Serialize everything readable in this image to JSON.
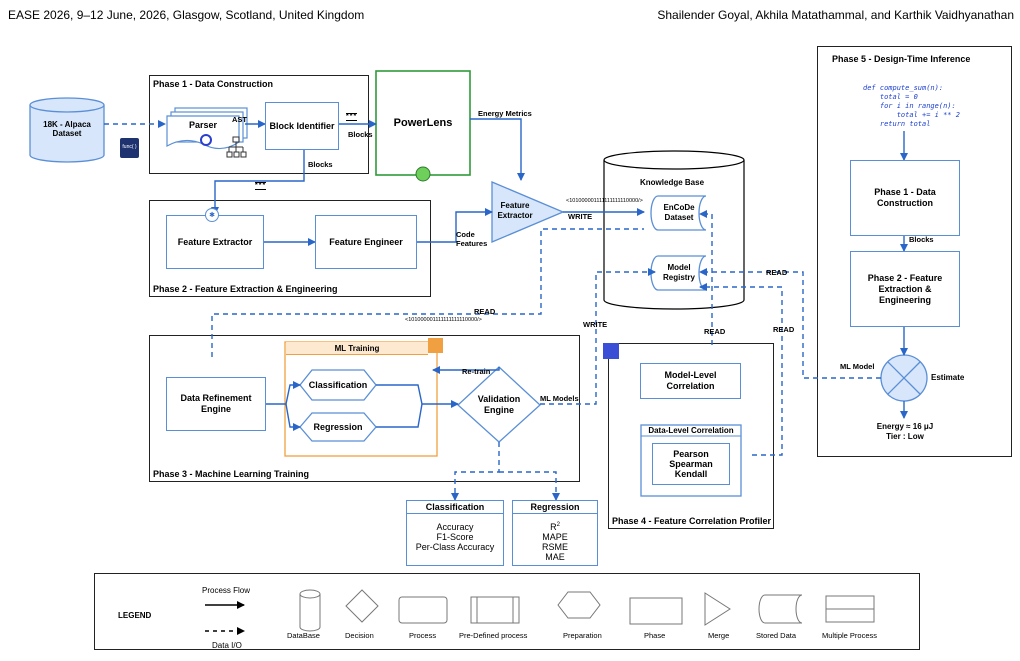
{
  "header": {
    "left": "EASE 2026, 9–12 June, 2026, Glasgow, Scotland, United Kingdom",
    "right": "Shailender Goyal, Akhila Matathammal, and Karthik Vaidhyanathan"
  },
  "phases": {
    "p1": "Phase 1 - Data Construction",
    "p2": "Phase 2 - Feature Extraction & Engineering",
    "p3": "Phase 3 - Machine Learning Training",
    "p4": "Phase 4 - Feature Correlation Profiler",
    "p5": "Phase 5 - Design-Time Inference"
  },
  "nodes": {
    "dataset": "18K - Alpaca Dataset",
    "parser": "Parser",
    "block_identifier": "Block Identifier",
    "powerlens": "PowerLens",
    "feature_extractor_p2": "Feature Extractor",
    "feature_engineer": "Feature Engineer",
    "feature_extractor_merge": "Feature Extractor",
    "knowledge_base": "Knowledge Base",
    "encode_dataset": "EnCoDe Dataset",
    "model_registry": "Model Registry",
    "data_refinement": "Data Refinement Engine",
    "ml_training": "ML Training",
    "classification": "Classification",
    "regression": "Regression",
    "validation": "Validation Engine",
    "model_level": "Model-Level Correlation",
    "data_level": "Data-Level Correlation",
    "corr_methods": "Pearson\nSpearman\nKendall",
    "p5_phase1": "Phase 1 - Data Construction",
    "p5_phase2": "Phase 2 - Feature Extraction & Engineering",
    "estimate": "Estimate",
    "func_icon": "func( )"
  },
  "edges": {
    "ast": "AST",
    "blocks1": "Blocks",
    "blocks2": "Blocks",
    "energy_metrics": "Energy Metrics",
    "code_features": "Code Features",
    "write1": "WRITE",
    "write2": "WRITE",
    "read1": "READ",
    "read2": "READ",
    "read3": "READ",
    "read4": "READ",
    "retrain": "Re-train",
    "ml_models": "ML Models",
    "ml_model": "ML Model",
    "binary1": "<101000001111111111110000/>",
    "binary2": "<101000001111111111110000/>",
    "stars": "***"
  },
  "code": "def compute_sum(n):\n    total = 0\n    for i in range(n):\n        total += i ** 2\n    return total",
  "result": {
    "energy": "Energy ≈ 16 μJ",
    "tier": "Tier : Low"
  },
  "metrics": {
    "cls_title": "Classification",
    "cls_items": "Accuracy\nF1-Score\nPer-Class Accuracy",
    "reg_title": "Regression",
    "reg_r2": "R",
    "reg_sup": "2",
    "reg_items": "MAPE\nRSME\nMAE"
  },
  "legend": {
    "title": "LEGEND",
    "process_flow": "Process Flow",
    "data_io": "Data I/O",
    "database": "DataBase",
    "decision": "Decision",
    "process": "Process",
    "predefined": "Pre-Defined process",
    "preparation": "Preparation",
    "phase": "Phase",
    "merge": "Merge",
    "stored": "Stored Data",
    "multiple": "Multiple Process"
  }
}
